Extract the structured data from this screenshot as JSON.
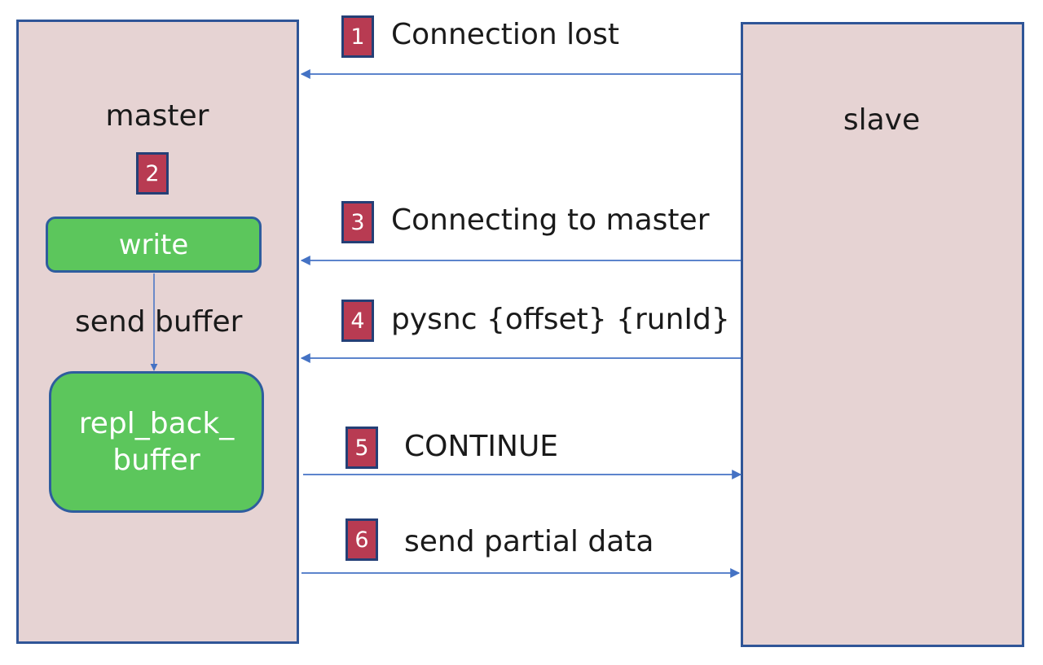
{
  "master": {
    "title": "master",
    "step_badge": "2",
    "write_label": "write",
    "link_label": "send buffer",
    "buffer_lines": [
      "repl_back_",
      "buffer"
    ]
  },
  "slave": {
    "title": "slave"
  },
  "messages": [
    {
      "step": "1",
      "text": "Connection lost",
      "direction": "slave-to-master"
    },
    {
      "step": "3",
      "text": "Connecting to master",
      "direction": "slave-to-master"
    },
    {
      "step": "4",
      "text": "pysnc {offset} {runId}",
      "direction": "slave-to-master"
    },
    {
      "step": "5",
      "text": "CONTINUE",
      "direction": "master-to-slave"
    },
    {
      "step": "6",
      "text": "send partial data",
      "direction": "master-to-slave"
    }
  ],
  "colors": {
    "panel_fill": "#e6d3d3",
    "panel_border": "#2f5597",
    "badge_fill": "#b83b52",
    "box_fill": "#5cc65c",
    "arrow": "#4472c4"
  }
}
